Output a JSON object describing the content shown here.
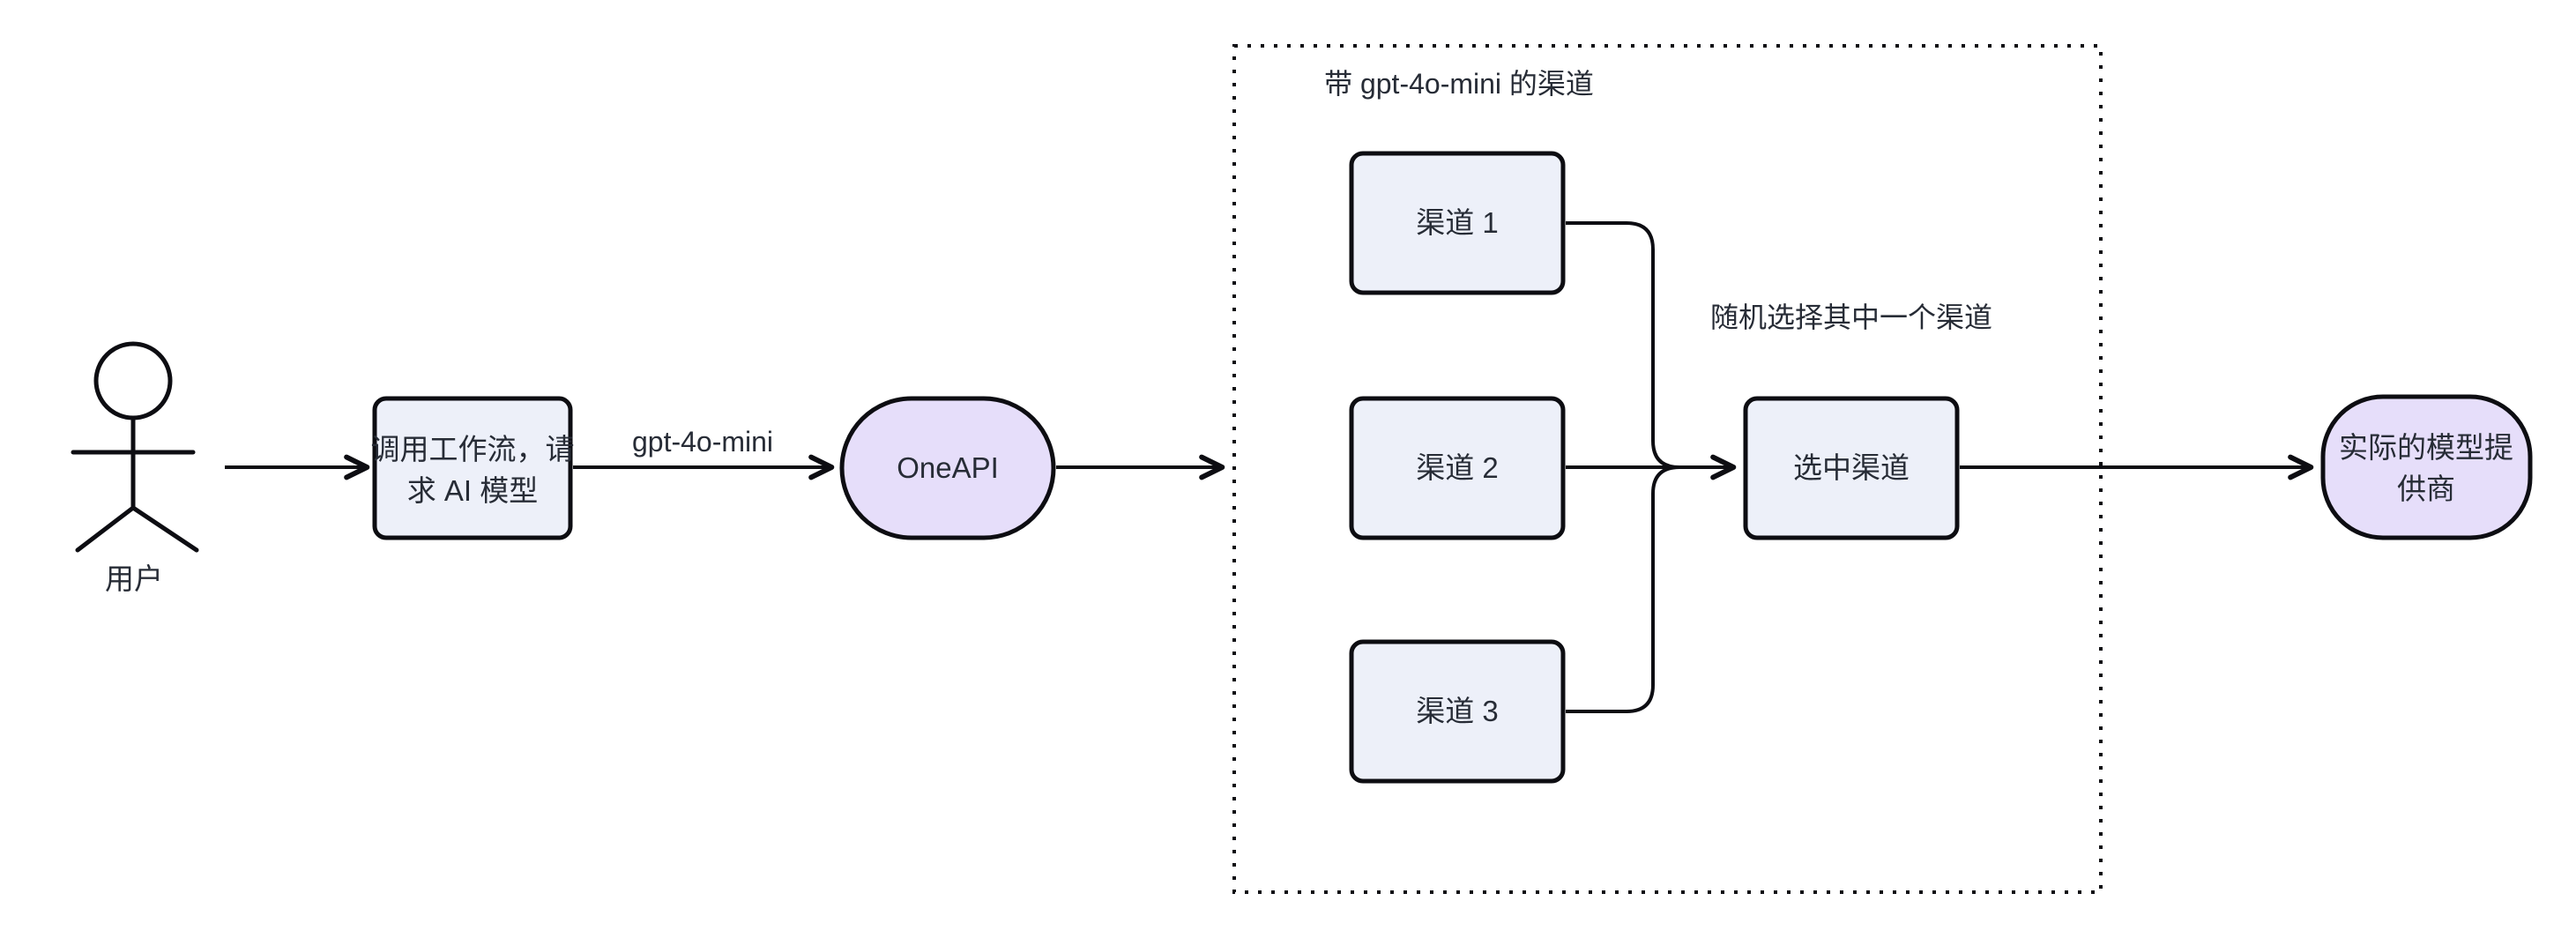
{
  "diagram": {
    "actor": {
      "label": "用户"
    },
    "nodes": {
      "workflow": {
        "line1": "调用工作流，请",
        "line2": "求 AI 模型"
      },
      "oneapi": {
        "label": "OneAPI"
      },
      "channel1": {
        "label": "渠道 1"
      },
      "channel2": {
        "label": "渠道 2"
      },
      "channel3": {
        "label": "渠道 3"
      },
      "selected": {
        "label": "选中渠道"
      },
      "provider": {
        "line1": "实际的模型提",
        "line2": "供商"
      }
    },
    "subgraph": {
      "title": "带 gpt-4o-mini 的渠道"
    },
    "edge_labels": {
      "model": "gpt-4o-mini",
      "random_select": "随机选择其中一个渠道"
    }
  },
  "theme": {
    "background": "#ffffff",
    "node_fill": "#edf0f9",
    "stadium_fill": "#e6defa",
    "stroke_color": "#0d0d12",
    "text_color": "#272c36"
  }
}
